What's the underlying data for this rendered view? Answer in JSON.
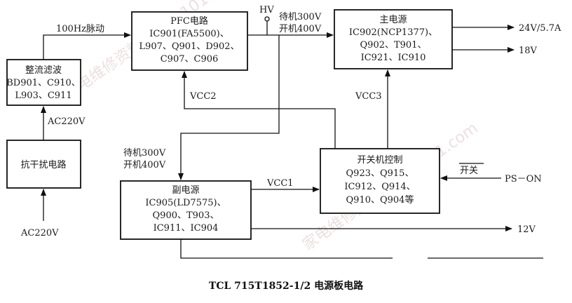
{
  "watermark": "家电维修资料网  520101.com",
  "caption": "TCL 715T1852-1/2 电源板电路",
  "boxes": {
    "rectifier": [
      "整流滤波",
      "BD901、C910、",
      "L903、C911"
    ],
    "emi": [
      "抗干扰电路"
    ],
    "pfc": [
      "PFC电路",
      "IC901(FA5500)、",
      "L907、Q901、D902、",
      "C907、C906"
    ],
    "main": [
      "主电源",
      "IC902(NCP1377)、",
      "Q902、T901、",
      "IC921、IC910"
    ],
    "aux": [
      "副电源",
      "IC905(LD7575)、",
      "Q900、T903、",
      "IC911、IC904"
    ],
    "switch": [
      "开关机控制",
      "Q923、Q915、",
      "IC912、Q914、",
      "Q910、Q904等"
    ]
  },
  "labels": {
    "pulse": "100Hz脉动",
    "ac_top": "AC220V",
    "ac_bottom": "AC220V",
    "hv": "HV",
    "standby_top": "待机300V",
    "on_top": "开机400V",
    "standby_mid": "待机300V",
    "on_mid": "开机400V",
    "vcc2": "VCC2",
    "vcc3": "VCC3",
    "vcc1": "VCC1",
    "out_24v": "24V/5.7A",
    "out_18v": "18V",
    "out_12v": "12V",
    "onoff": "开关",
    "pson": "PS－ON"
  }
}
